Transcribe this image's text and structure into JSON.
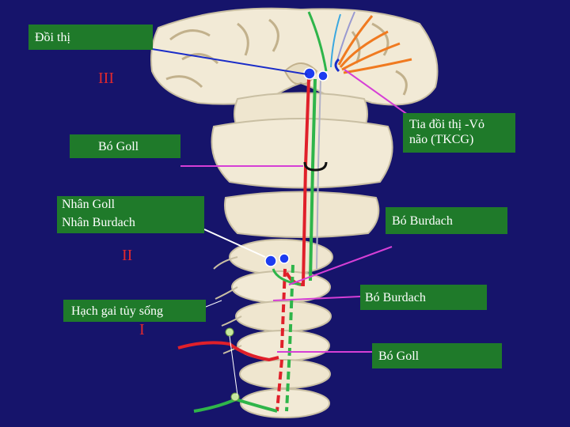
{
  "labels": {
    "doi_thi": "Đồi thị",
    "bo_goll_left": "Bó Goll",
    "nhan_goll": "Nhân Goll",
    "nhan_burdach": "Nhân Burdach",
    "hach_gai": "Hạch gai tủy sống",
    "tia_doi_thi_1": "Tia đồi thị -Vỏ",
    "tia_doi_thi_2": "não (TKCG)",
    "bo_burdach_upper": "Bó Burdach",
    "bo_burdach_lower": "Bó Burdach",
    "bo_goll_right": "Bó Goll"
  },
  "neuron_orders": {
    "third": "III",
    "second": "II",
    "first": "I"
  },
  "colors": {
    "background": "#16146b",
    "label_box": "#1f7a2a",
    "roman_numeral": "#e0282e",
    "tract_red": "#e0202a",
    "tract_green": "#2fb54a",
    "pointer_magenta": "#d63fd6",
    "pointer_blue": "#1a2cc8",
    "nucleus_blue": "#1c3cf0",
    "cortex_fiber_orange": "#f07a20",
    "brain_tissue": "#f2ead6"
  }
}
